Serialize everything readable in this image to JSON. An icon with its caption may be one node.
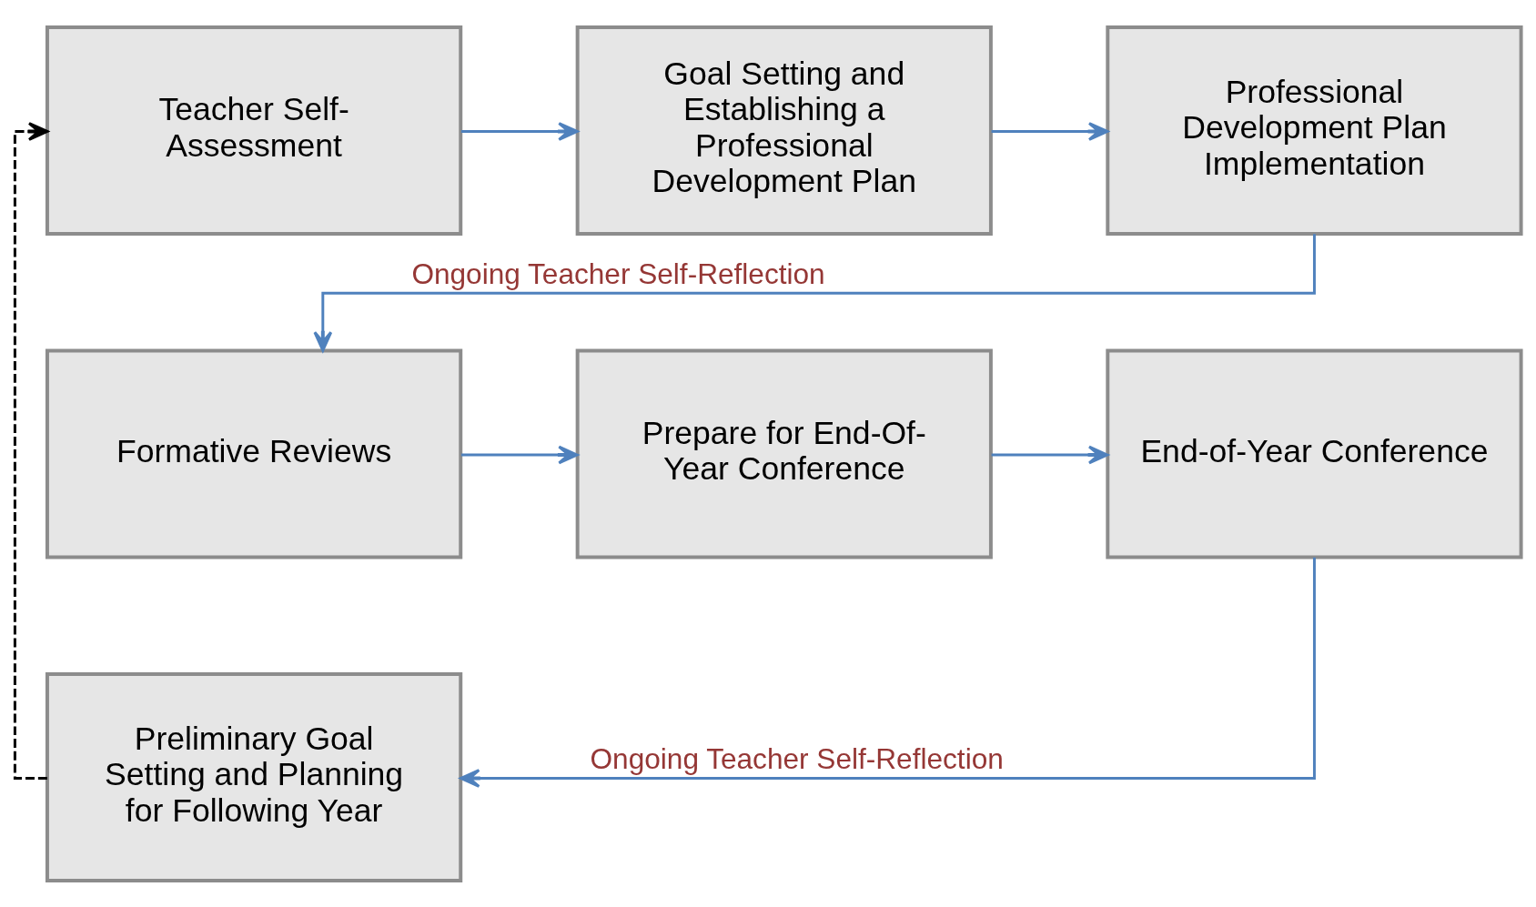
{
  "diagram": {
    "nodes": [
      {
        "text": [
          "Teacher Self-Assessment"
        ]
      },
      {
        "text": [
          "Goal Setting and Establishing a Professional Development Plan"
        ]
      },
      {
        "text": [
          "Professional Development Plan Implementation"
        ]
      },
      {
        "text": [
          "Formative Reviews"
        ]
      },
      {
        "text": [
          "Prepare for End-Of-Year Conference"
        ]
      },
      {
        "text": [
          "End-of-Year Conference"
        ]
      },
      {
        "text": [
          "Preliminary Goal Setting and Planning for Following Year"
        ]
      }
    ],
    "edges": [
      {
        "from": 0,
        "to": 1,
        "arrow": "to"
      },
      {
        "from": 1,
        "to": 2,
        "arrow": "to"
      },
      {
        "from": 2,
        "to": 3,
        "arrow": "to",
        "label": "Ongoing Teacher Self-Reflection"
      },
      {
        "from": 3,
        "to": 4,
        "arrow": "to"
      },
      {
        "from": 4,
        "to": 5,
        "arrow": "to"
      },
      {
        "from": 5,
        "to": 6,
        "arrow": "to",
        "label": "Ongoing Teacher Self-Reflection"
      },
      {
        "from": 6,
        "to": 0,
        "arrow": "to",
        "style": "dashed",
        "color": "#000000"
      }
    ]
  }
}
